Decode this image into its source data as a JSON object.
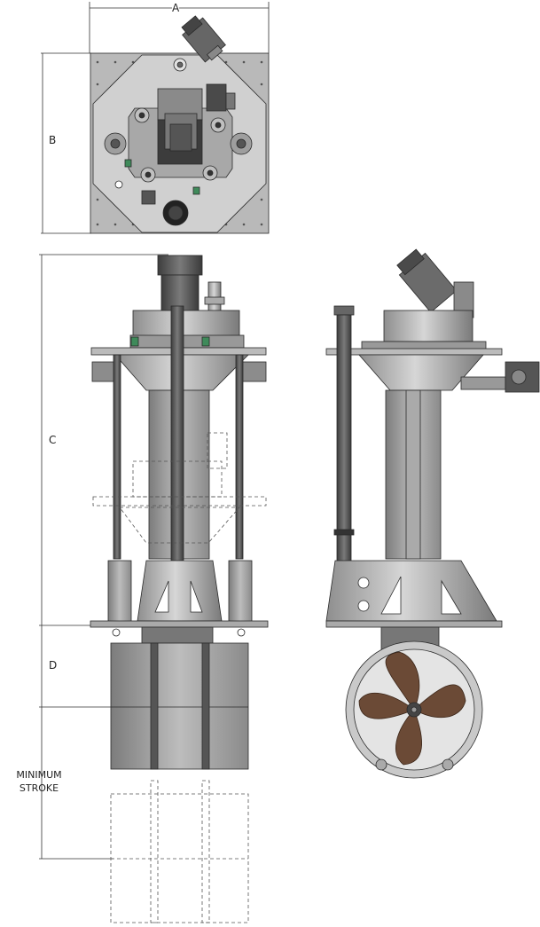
{
  "dimensions": {
    "a": "A",
    "b": "B",
    "c": "C",
    "d": "D",
    "stroke_line1": "MINIMUM",
    "stroke_line2": "STROKE"
  },
  "colors": {
    "steel_light": "#c9c9c9",
    "steel_mid": "#9c9c9c",
    "steel_dark": "#5e5e5e",
    "line": "#2a2a2a",
    "propeller": "#6b4a36",
    "accent_green": "#3f8a5a"
  }
}
